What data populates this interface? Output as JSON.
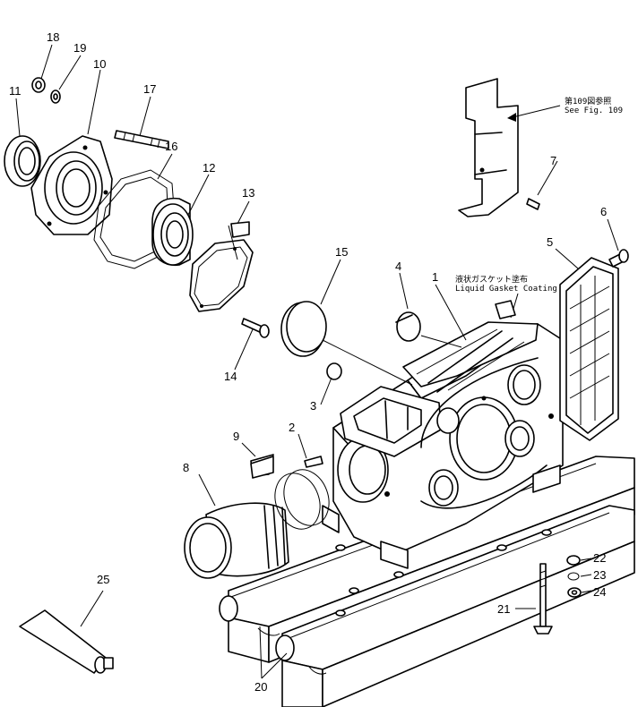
{
  "diagram": {
    "part_numbers": {
      "p1": "1",
      "p2": "2",
      "p3": "3",
      "p4": "4",
      "p5": "5",
      "p6": "6",
      "p7": "7",
      "p8": "8",
      "p9": "9",
      "p10": "10",
      "p11": "11",
      "p12": "12",
      "p13": "13",
      "p14": "14",
      "p15": "15",
      "p16": "16",
      "p17": "17",
      "p18": "18",
      "p19": "19",
      "p20": "20",
      "p21": "21",
      "p22": "22",
      "p23": "23",
      "p24": "24",
      "p25": "25"
    },
    "see_fig_jp": "第109図参照",
    "see_fig_en": "See Fig. 109",
    "gasket_jp": "液状ガスケット塗布",
    "gasket_en": "Liquid Gasket Coating"
  }
}
